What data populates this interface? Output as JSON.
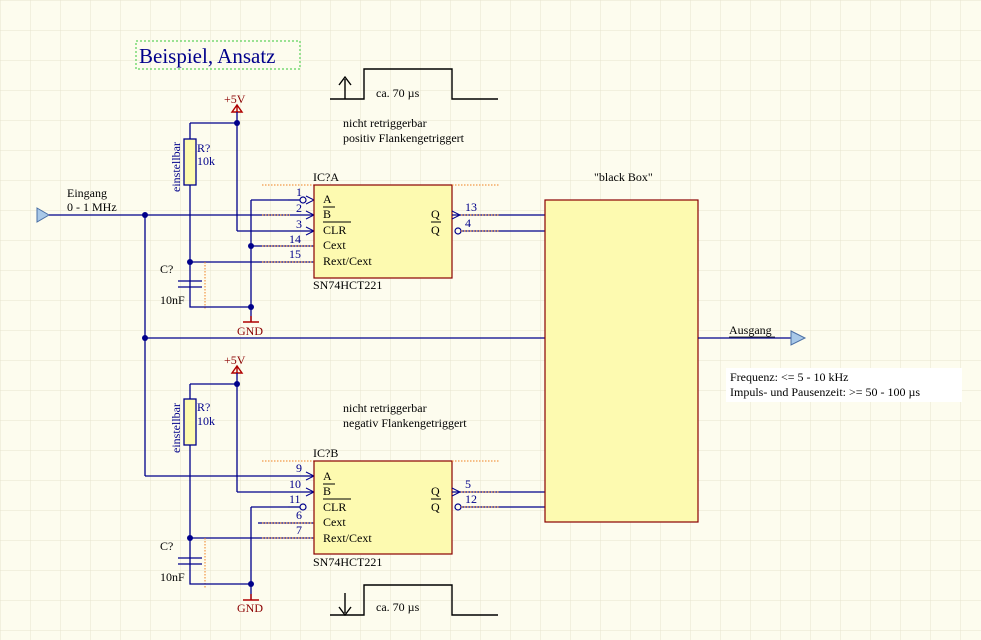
{
  "title": "Beispiel, Ansatz",
  "pulse_top": {
    "label": "ca. 70 µs"
  },
  "pulse_bottom": {
    "label": "ca. 70 µs"
  },
  "notes": {
    "top": [
      "nicht retriggerbar",
      "positiv Flankengetriggert"
    ],
    "bottom": [
      "nicht retriggerbar",
      "negativ Flankengetriggert"
    ],
    "requirements": [
      "Frequenz: <=  5 - 10 kHz",
      "Impuls- und Pausenzeit: >= 50 - 100 µs"
    ]
  },
  "input": {
    "label": "Eingang",
    "range": "0 - 1 MHz"
  },
  "output": {
    "label": "Ausgang"
  },
  "blackbox": {
    "label": "\"black Box\""
  },
  "power": {
    "vcc": "+5V",
    "gnd": "GND"
  },
  "stage_a": {
    "designator": "IC?A",
    "part": "SN74HCT221",
    "resistor": {
      "ref": "R?",
      "value": "10k",
      "note": "einstellbar"
    },
    "capacitor": {
      "ref": "C?",
      "value": "10nF"
    },
    "pin_names": [
      "A",
      "B",
      "CLR",
      "Cext",
      "Rext/Cext"
    ],
    "pin_numbers": [
      "1",
      "2",
      "3",
      "14",
      "15"
    ],
    "out_names": [
      "Q",
      "Q"
    ],
    "out_numbers": [
      "13",
      "4"
    ]
  },
  "stage_b": {
    "designator": "IC?B",
    "part": "SN74HCT221",
    "resistor": {
      "ref": "R?",
      "value": "10k",
      "note": "einstellbar"
    },
    "capacitor": {
      "ref": "C?",
      "value": "10nF"
    },
    "pin_names": [
      "A",
      "B",
      "CLR",
      "Cext",
      "Rext/Cext"
    ],
    "pin_numbers": [
      "9",
      "10",
      "11",
      "6",
      "7"
    ],
    "out_names": [
      "Q",
      "Q"
    ],
    "out_numbers": [
      "5",
      "12"
    ]
  }
}
